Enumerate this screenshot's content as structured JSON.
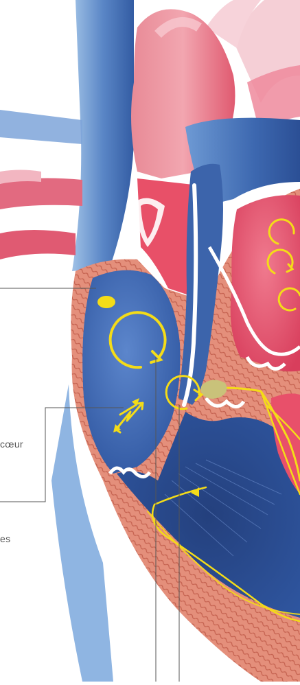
{
  "labels": {
    "fragment_coeur": "cœur",
    "fragment_es": "es"
  },
  "colors": {
    "vein_blue": "#3f67ad",
    "artery_red": "#e8506a",
    "muscle": "#d9826e",
    "signal_yellow": "#f4dc18",
    "leader_line": "#555555"
  },
  "icons": [
    "sa-node-dot",
    "av-node-blob",
    "circular-arrow-icon",
    "lightning-arrow-icon"
  ]
}
